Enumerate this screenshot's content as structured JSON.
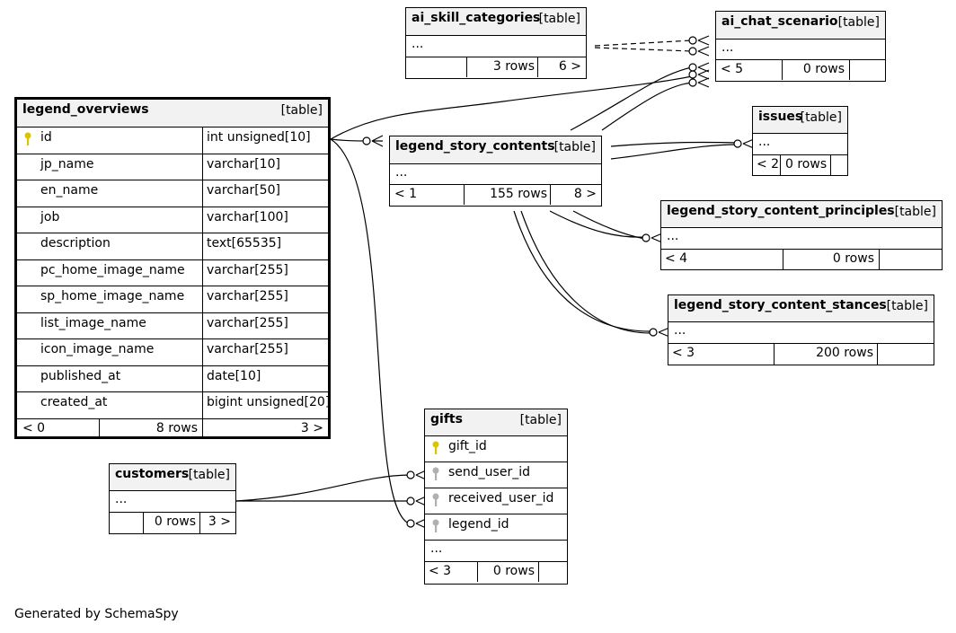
{
  "tables": {
    "legend_overviews": {
      "name": "legend_overviews",
      "type": "[table]",
      "columns": [
        {
          "name": "id",
          "type": "int unsigned[10]",
          "key": "primary"
        },
        {
          "name": "jp_name",
          "type": "varchar[10]"
        },
        {
          "name": "en_name",
          "type": "varchar[50]"
        },
        {
          "name": "job",
          "type": "varchar[100]"
        },
        {
          "name": "description",
          "type": "text[65535]"
        },
        {
          "name": "pc_home_image_name",
          "type": "varchar[255]"
        },
        {
          "name": "sp_home_image_name",
          "type": "varchar[255]"
        },
        {
          "name": "list_image_name",
          "type": "varchar[255]"
        },
        {
          "name": "icon_image_name",
          "type": "varchar[255]"
        },
        {
          "name": "published_at",
          "type": "date[10]"
        },
        {
          "name": "created_at",
          "type": "bigint unsigned[20]"
        }
      ],
      "footer": {
        "parents": "< 0",
        "rows": "8 rows",
        "children": "3 >"
      }
    },
    "ai_skill_categories": {
      "name": "ai_skill_categories",
      "type": "[table]",
      "ellipsis": "...",
      "footer": {
        "parents": "",
        "rows": "3 rows",
        "children": "6 >"
      }
    },
    "ai_chat_scenario": {
      "name": "ai_chat_scenario",
      "type": "[table]",
      "ellipsis": "...",
      "footer": {
        "parents": "< 5",
        "rows": "0 rows",
        "children": ""
      }
    },
    "legend_story_contents": {
      "name": "legend_story_contents",
      "type": "[table]",
      "ellipsis": "...",
      "footer": {
        "parents": "< 1",
        "rows": "155 rows",
        "children": "8 >"
      }
    },
    "issues": {
      "name": "issues",
      "type": "[table]",
      "ellipsis": "...",
      "footer": {
        "parents": "< 2",
        "rows": "0 rows",
        "children": ""
      }
    },
    "legend_story_content_principles": {
      "name": "legend_story_content_principles",
      "type": "[table]",
      "ellipsis": "...",
      "footer": {
        "parents": "< 4",
        "rows": "0 rows",
        "children": ""
      }
    },
    "legend_story_content_stances": {
      "name": "legend_story_content_stances",
      "type": "[table]",
      "ellipsis": "...",
      "footer": {
        "parents": "< 3",
        "rows": "200 rows",
        "children": ""
      }
    },
    "gifts": {
      "name": "gifts",
      "type": "[table]",
      "ellipsis": "...",
      "columns": [
        {
          "name": "gift_id",
          "key": "primary"
        },
        {
          "name": "send_user_id",
          "key": "foreign"
        },
        {
          "name": "received_user_id",
          "key": "foreign"
        },
        {
          "name": "legend_id",
          "key": "foreign"
        }
      ],
      "footer": {
        "parents": "< 3",
        "rows": "0 rows",
        "children": ""
      }
    },
    "customers": {
      "name": "customers",
      "type": "[table]",
      "ellipsis": "...",
      "footer": {
        "parents": "",
        "rows": "0 rows",
        "children": "3 >"
      }
    }
  },
  "colors": {
    "primary_key": "#d8c400",
    "foreign_key": "#b0b0b0",
    "header_bg": "#f2f2f2"
  },
  "generated_by": "Generated by SchemaSpy"
}
